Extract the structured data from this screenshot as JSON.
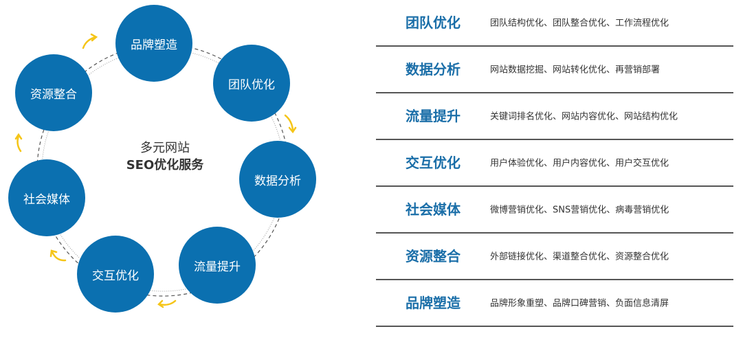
{
  "diagram": {
    "center": {
      "line1": "多元网站",
      "line2": "SEO优化服务"
    },
    "nodes": [
      {
        "label": "品牌塑造"
      },
      {
        "label": "团队优化"
      },
      {
        "label": "数据分析"
      },
      {
        "label": "流量提升"
      },
      {
        "label": "交互优化"
      },
      {
        "label": "社会媒体"
      },
      {
        "label": "资源整合"
      }
    ],
    "colors": {
      "node_fill": "#0b70b0",
      "arrow": "#f5c518",
      "ring": "#555555"
    }
  },
  "list": {
    "items": [
      {
        "title": "团队优化",
        "desc": "团队结构优化、团队整合优化、工作流程优化"
      },
      {
        "title": "数据分析",
        "desc": "网站数据挖掘、网站转化优化、再营销部署"
      },
      {
        "title": "流量提升",
        "desc": "关键词排名优化、网站内容优化、网站结构优化"
      },
      {
        "title": "交互优化",
        "desc": "用户体验优化、用户内容优化、用户交互优化"
      },
      {
        "title": "社会媒体",
        "desc": "微博营销优化、SNS营销优化、病毒营销优化"
      },
      {
        "title": "资源整合",
        "desc": "外部链接优化、渠道整合优化、资源整合优化"
      },
      {
        "title": "品牌塑造",
        "desc": "品牌形象重塑、品牌口碑营销、负面信息清屏"
      }
    ],
    "colors": {
      "title": "#1a6ea8",
      "desc": "#333333",
      "divider": "#555555"
    }
  }
}
